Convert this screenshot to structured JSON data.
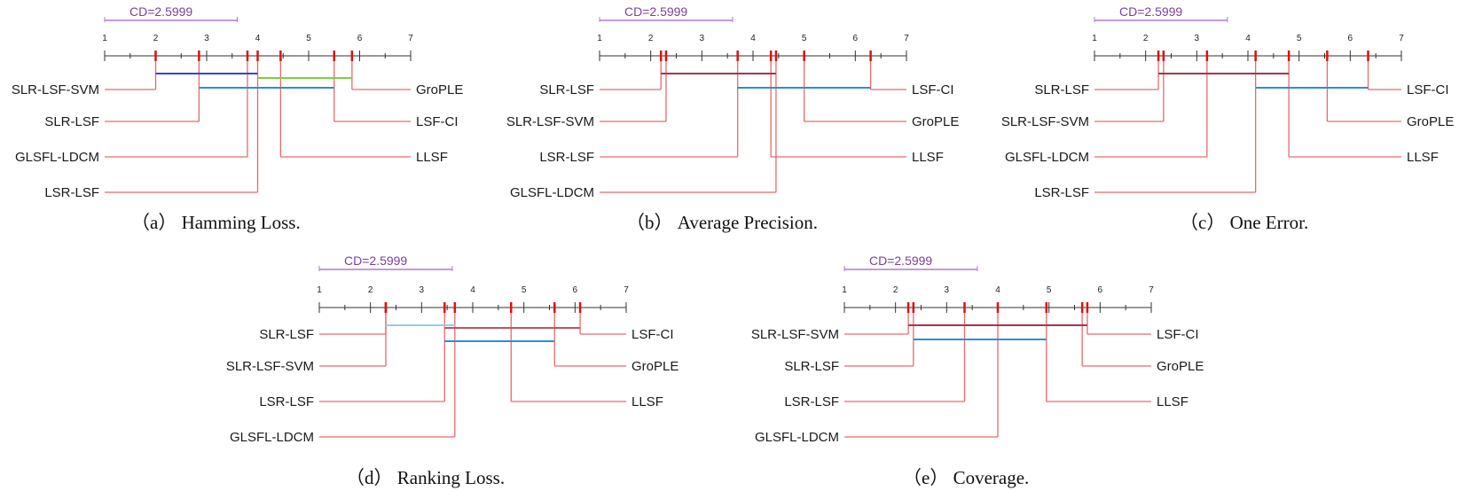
{
  "chart_data": [
    {
      "id": "a",
      "type": "critical-difference",
      "caption": "（a） Hamming Loss.",
      "cd_label": "CD=2.5999",
      "cd": 2.5999,
      "axis": [
        1,
        7
      ],
      "ticks": [
        "1",
        "2",
        "3",
        "4",
        "5",
        "6",
        "7"
      ],
      "left": [
        {
          "name": "SLR-LSF-SVM",
          "rank": 2.0
        },
        {
          "name": "SLR-LSF",
          "rank": 2.85
        },
        {
          "name": "GLSFL-LDCM",
          "rank": 3.8
        },
        {
          "name": "LSR-LSF",
          "rank": 4.0
        }
      ],
      "right": [
        {
          "name": "GroPLE",
          "rank": 5.85
        },
        {
          "name": "LSF-CI",
          "rank": 5.5
        },
        {
          "name": "LLSF",
          "rank": 4.45
        }
      ],
      "cliques": [
        {
          "from": 2.0,
          "to": 4.0,
          "color": "#3a3fd8"
        },
        {
          "from": 4.0,
          "to": 5.85,
          "color": "#7fcf3f"
        },
        {
          "from": 2.85,
          "to": 5.5,
          "color": "#2b8fd6"
        }
      ]
    },
    {
      "id": "b",
      "type": "critical-difference",
      "caption": "（b） Average Precision.",
      "cd_label": "CD=2.5999",
      "cd": 2.5999,
      "axis": [
        1,
        7
      ],
      "ticks": [
        "1",
        "2",
        "3",
        "4",
        "5",
        "6",
        "7"
      ],
      "left": [
        {
          "name": "SLR-LSF",
          "rank": 2.2
        },
        {
          "name": "SLR-LSF-SVM",
          "rank": 2.3
        },
        {
          "name": "LSR-LSF",
          "rank": 3.7
        },
        {
          "name": "GLSFL-LDCM",
          "rank": 4.45
        }
      ],
      "right": [
        {
          "name": "LSF-CI",
          "rank": 6.3
        },
        {
          "name": "GroPLE",
          "rank": 5.0
        },
        {
          "name": "LLSF",
          "rank": 4.35
        }
      ],
      "cliques": [
        {
          "from": 2.2,
          "to": 4.45,
          "color": "#a8334a"
        },
        {
          "from": 3.7,
          "to": 6.3,
          "color": "#2b8fd6"
        }
      ]
    },
    {
      "id": "c",
      "type": "critical-difference",
      "caption": "（c） One Error.",
      "cd_label": "CD=2.5999",
      "cd": 2.5999,
      "axis": [
        1,
        7
      ],
      "ticks": [
        "1",
        "2",
        "3",
        "4",
        "5",
        "6",
        "7"
      ],
      "left": [
        {
          "name": "SLR-LSF",
          "rank": 2.25
        },
        {
          "name": "SLR-LSF-SVM",
          "rank": 2.35
        },
        {
          "name": "GLSFL-LDCM",
          "rank": 3.2
        },
        {
          "name": "LSR-LSF",
          "rank": 4.15
        }
      ],
      "right": [
        {
          "name": "LSF-CI",
          "rank": 6.35
        },
        {
          "name": "GroPLE",
          "rank": 5.55
        },
        {
          "name": "LLSF",
          "rank": 4.8
        }
      ],
      "cliques": [
        {
          "from": 2.25,
          "to": 4.8,
          "color": "#a8334a"
        },
        {
          "from": 4.15,
          "to": 6.35,
          "color": "#2b8fd6"
        }
      ]
    },
    {
      "id": "d",
      "type": "critical-difference",
      "caption": "（d） Ranking Loss.",
      "cd_label": "CD=2.5999",
      "cd": 2.5999,
      "axis": [
        1,
        7
      ],
      "ticks": [
        "1",
        "2",
        "3",
        "4",
        "5",
        "6",
        "7"
      ],
      "left": [
        {
          "name": "SLR-LSF",
          "rank": 2.3
        },
        {
          "name": "SLR-LSF-SVM",
          "rank": 2.3
        },
        {
          "name": "LSR-LSF",
          "rank": 3.45
        },
        {
          "name": "GLSFL-LDCM",
          "rank": 3.65
        }
      ],
      "right": [
        {
          "name": "LSF-CI",
          "rank": 6.1
        },
        {
          "name": "GroPLE",
          "rank": 5.6
        },
        {
          "name": "LLSF",
          "rank": 4.75
        }
      ],
      "cliques": [
        {
          "from": 2.3,
          "to": 3.65,
          "color": "#8fd0e8"
        },
        {
          "from": 3.45,
          "to": 6.1,
          "color": "#c0555a"
        },
        {
          "from": 3.45,
          "to": 5.6,
          "color": "#2b8fd6"
        }
      ]
    },
    {
      "id": "e",
      "type": "critical-difference",
      "caption": "（e） Coverage.",
      "cd_label": "CD=2.5999",
      "cd": 2.5999,
      "axis": [
        1,
        7
      ],
      "ticks": [
        "1",
        "2",
        "3",
        "4",
        "5",
        "6",
        "7"
      ],
      "left": [
        {
          "name": "SLR-LSF-SVM",
          "rank": 2.25
        },
        {
          "name": "SLR-LSF",
          "rank": 2.35
        },
        {
          "name": "LSR-LSF",
          "rank": 3.35
        },
        {
          "name": "GLSFL-LDCM",
          "rank": 4.0
        }
      ],
      "right": [
        {
          "name": "LSF-CI",
          "rank": 5.75
        },
        {
          "name": "GroPLE",
          "rank": 5.65
        },
        {
          "name": "LLSF",
          "rank": 4.95
        }
      ],
      "cliques": [
        {
          "from": 2.25,
          "to": 5.75,
          "color": "#a8334a"
        },
        {
          "from": 2.35,
          "to": 4.95,
          "color": "#2b8fd6"
        }
      ]
    }
  ]
}
